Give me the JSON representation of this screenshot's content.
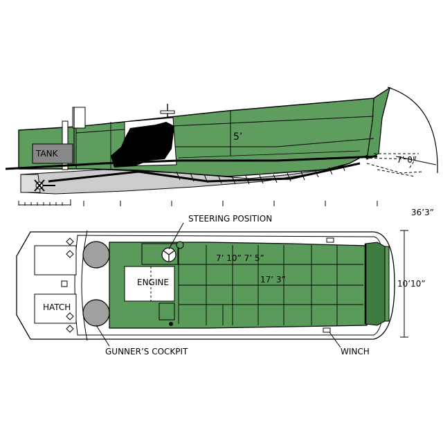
{
  "colors": {
    "hull_green": "#5f9d5f",
    "deck_green": "#5a9a5a",
    "dark_green": "#3f7a3f",
    "outline": "#000000",
    "grey_fill": "#cccccc",
    "tank_fill": "#888888",
    "gunner_fill": "#a0a0a0"
  },
  "side_view": {
    "tank_label": "TANK",
    "depth_label": "5’",
    "ramp_length_label": "7’ 0”",
    "overall_length_label": "36’3”"
  },
  "top_view": {
    "steering_label": "STEERING POSITION",
    "cargo_dims_label": "7’ 10” 7’ 5”",
    "cargo_length_label": "17’ 3”",
    "engine_label": "ENGINE",
    "hatch_label": "HATCH",
    "beam_label": "10’10”",
    "gunner_label": "GUNNER’S COCKPIT",
    "winch_label": "WINCH"
  },
  "icons": [
    "propeller-icon",
    "steering-wheel-icon",
    "hatch-hinge-icon"
  ]
}
